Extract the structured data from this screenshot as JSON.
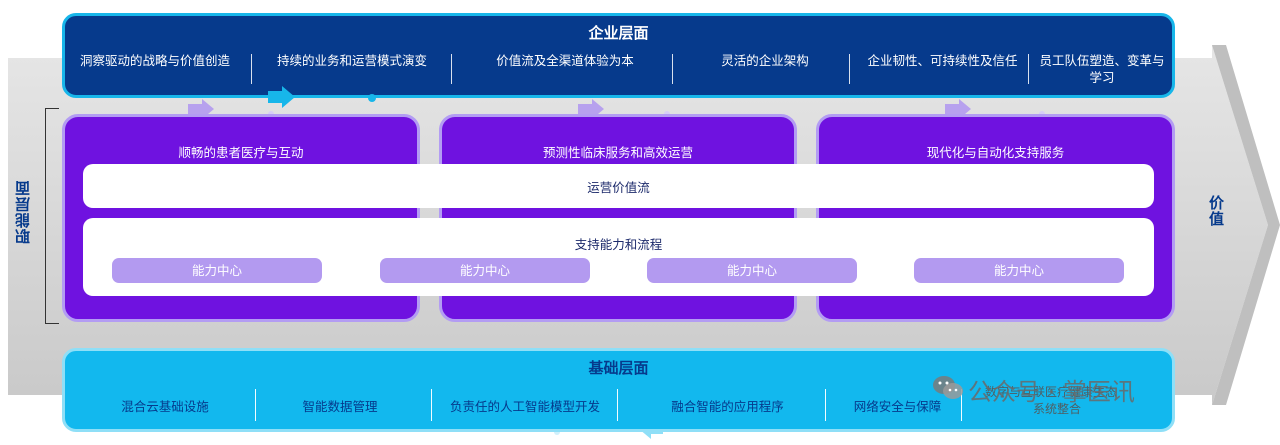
{
  "enterprise": {
    "title": "企业层面",
    "items": [
      "洞察驱动的战略与价值创造",
      "持续的业务和运营模式演变",
      "价值流及全渠道体验为本",
      "灵活的企业架构",
      "企业韧性、可持续性及信任",
      "员工队伍塑造、变革与学习"
    ]
  },
  "functional": {
    "label": "职能层面",
    "value_label": "价值",
    "pillars": [
      "顺畅的患者医疗与互动",
      "预测性临床服务和高效运营",
      "现代化与自动化支持服务"
    ],
    "value_stream": "运营价值流",
    "capabilities_title": "支持能力和流程",
    "capability_centers": [
      "能力中心",
      "能力中心",
      "能力中心",
      "能力中心"
    ]
  },
  "foundation": {
    "title": "基础层面",
    "items": [
      "混合云基础设施",
      "智能数据管理",
      "负责任的人工智能模型开发",
      "融合智能的应用程序",
      "网络安全与保障",
      "数字与互联医疗健康生态系统整合"
    ]
  },
  "watermark": {
    "text": "公众号 · 掌医讯",
    "sub_line1": "数字与互联医疗健康生态",
    "sub_line2": "系统整合"
  },
  "colors": {
    "navy": "#063a8c",
    "purple": "#6f12e0",
    "lavender": "#b39af0",
    "cyan": "#12b8ee",
    "arrow_grey": "#d9d9d9"
  }
}
